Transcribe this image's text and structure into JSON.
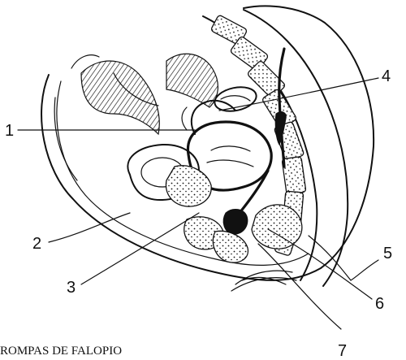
{
  "labels": {
    "l1": "1",
    "l2": "2",
    "l3": "3",
    "l4": "4",
    "l5": "5",
    "l6": "6",
    "l7": "7"
  },
  "caption": "ROMPAS DE FALOPIO",
  "colors": {
    "ink": "#111111",
    "paper": "#ffffff"
  }
}
